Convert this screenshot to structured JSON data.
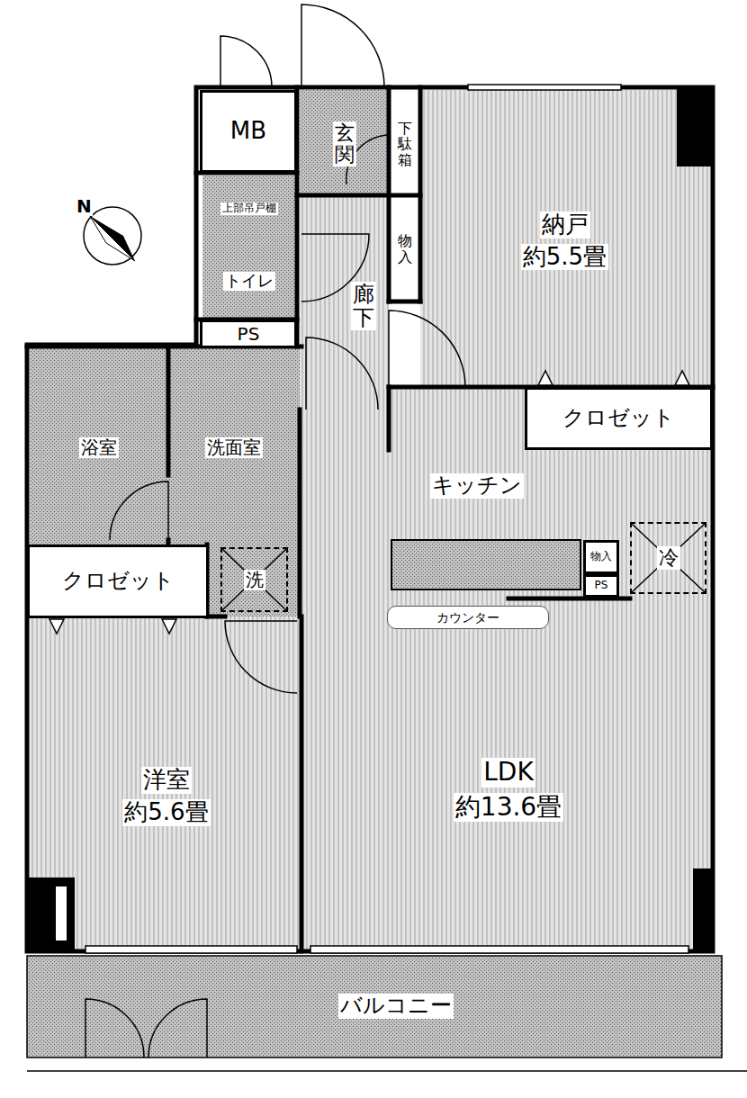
{
  "diagram": {
    "nodes": [
      {
        "text": [
          "MB"
        ]
      },
      {
        "text": [
          "玄関"
        ]
      },
      {
        "text": [
          "下駄箱"
        ]
      },
      {
        "text": [
          "上部吊戸棚",
          "トイレ"
        ]
      },
      {
        "text": [
          "物入"
        ]
      },
      {
        "text": [
          "納戸",
          "約5.5畳"
        ]
      },
      {
        "text": [
          "廊下"
        ]
      },
      {
        "text": [
          "PS"
        ]
      },
      {
        "text": [
          "浴室"
        ]
      },
      {
        "text": [
          "洗面室"
        ]
      },
      {
        "text": [
          "クロゼット"
        ]
      },
      {
        "text": [
          "キッチン"
        ]
      },
      {
        "text": [
          "洗"
        ]
      },
      {
        "text": [
          "クロゼット"
        ]
      },
      {
        "text": [
          "物入"
        ]
      },
      {
        "text": [
          "PS"
        ]
      },
      {
        "text": [
          "冷"
        ]
      },
      {
        "text": [
          "カウンター"
        ]
      },
      {
        "text": [
          "洋室",
          "約5.6畳"
        ]
      },
      {
        "text": [
          "LDK",
          "約13.6畳"
        ]
      },
      {
        "text": [
          "バルコニー"
        ]
      }
    ],
    "labels": [
      "N"
    ]
  }
}
